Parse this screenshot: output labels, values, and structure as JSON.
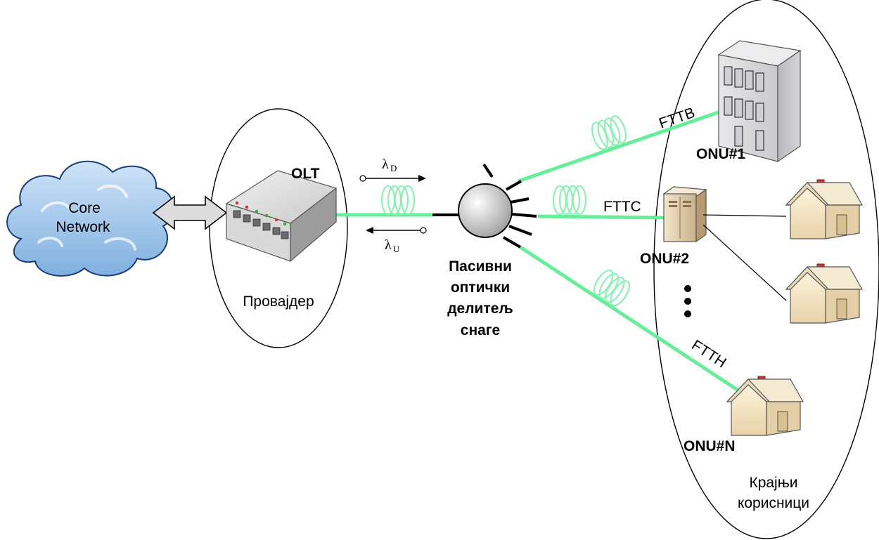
{
  "labels": {
    "core_network_line1": "Core",
    "core_network_line2": "Network",
    "olt": "OLT",
    "provider": "Провајдер",
    "lambda_down": "λ",
    "lambda_down_sub": "D",
    "lambda_up": "λ",
    "lambda_up_sub": "U",
    "splitter_line1": "Пасивни",
    "splitter_line2": "оптички",
    "splitter_line3": "делитељ",
    "splitter_line4": "снаге",
    "fttb": "FTTB",
    "fttc": "FTTC",
    "ftth": "FTTH",
    "onu1": "ONU#1",
    "onu2": "ONU#2",
    "onun": "ONU#N",
    "end_users_line1": "Крајњи",
    "end_users_line2": "корисници"
  },
  "colors": {
    "fiber": "#66ee99",
    "cloud": "#a9cdf0",
    "cloud_stroke": "#1a3d7a"
  }
}
